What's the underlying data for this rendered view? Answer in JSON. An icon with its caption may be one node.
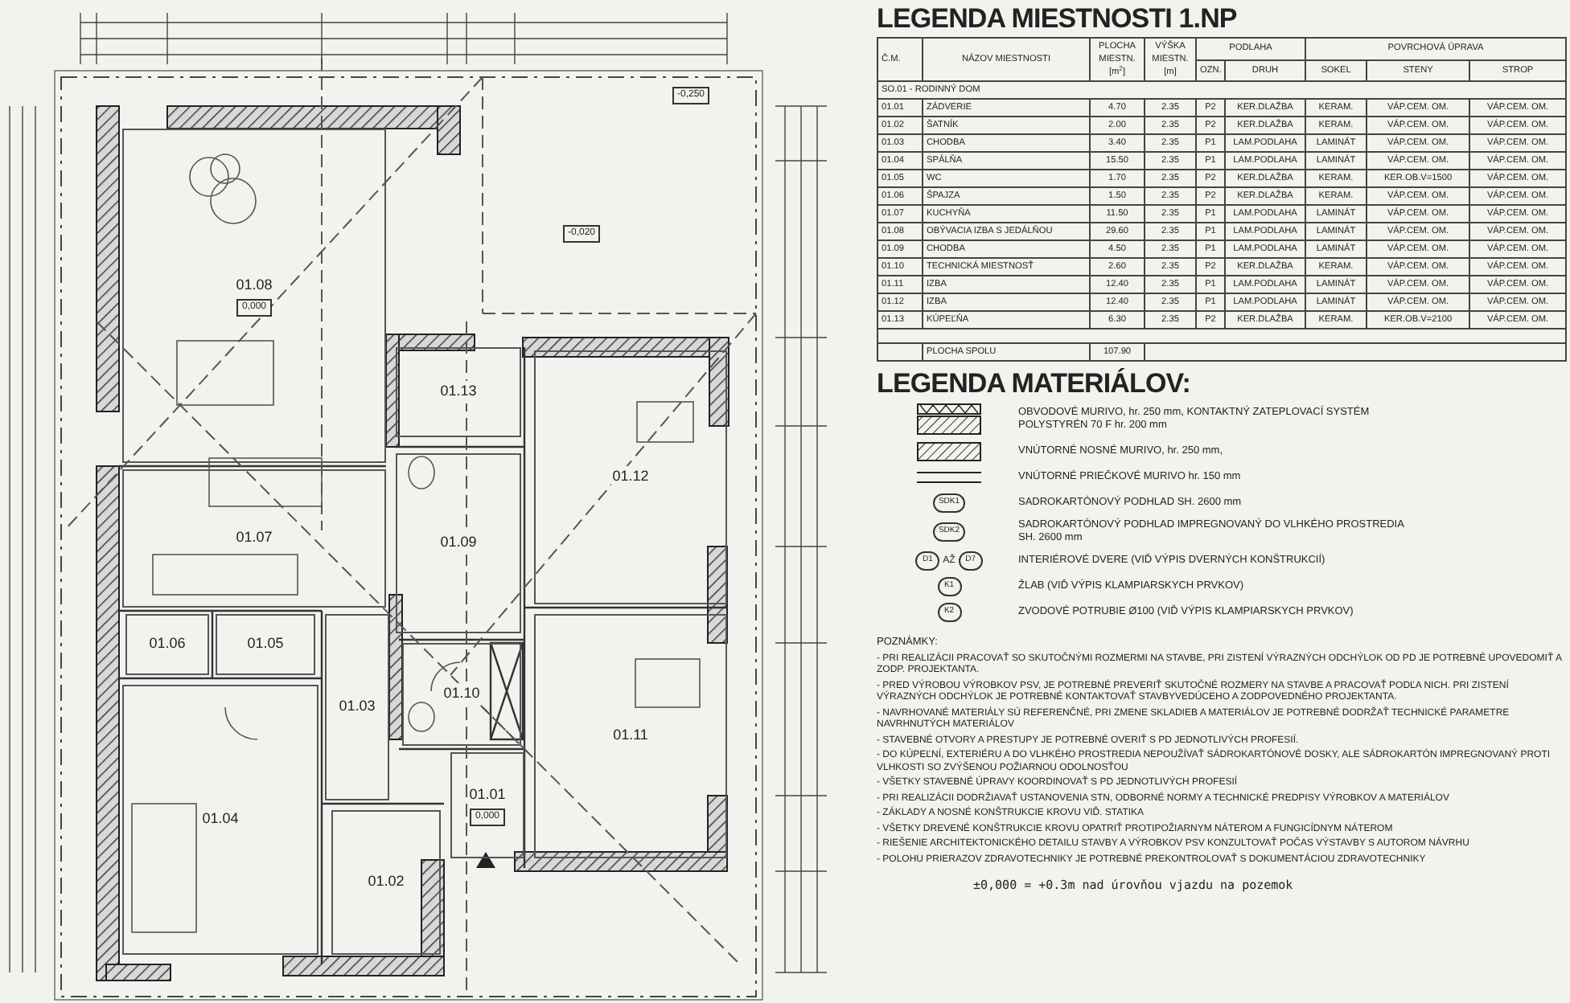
{
  "diagram": {
    "nodes": [
      {
        "text": [
          "01.08",
          "0,000"
        ]
      },
      {
        "text": [
          "01.13"
        ]
      },
      {
        "text": [
          "01.12"
        ]
      },
      {
        "text": [
          "01.07"
        ]
      },
      {
        "text": [
          "01.09"
        ]
      },
      {
        "text": [
          "01.06"
        ]
      },
      {
        "text": [
          "01.05"
        ]
      },
      {
        "text": [
          "01.03"
        ]
      },
      {
        "text": [
          "01.10"
        ]
      },
      {
        "text": [
          "01.11"
        ]
      },
      {
        "text": [
          "01.04"
        ]
      },
      {
        "text": [
          "01.01",
          "0,000"
        ]
      },
      {
        "text": [
          "01.02"
        ]
      }
    ],
    "labels": [
      "-0,250",
      "-0,020",
      "LEGENDA MIESTNOSTI 1.NP",
      "Č.M.",
      "NÁZOV MIESTNOSTI",
      "PLOCHA MIESTN. [m$^{2}$]",
      "VÝŠKA MIESTN. [m]",
      "PODLAHA",
      "OZN.",
      "DRUH",
      "POVRCHOVÁ ÚPRAVA",
      "SOKEL",
      "STENY",
      "STROP",
      "SO.01 - RODINNÝ DOM",
      "01.01",
      "ZÁDVERIE",
      "4.70",
      "2.35",
      "P2",
      "KER.DLAŽBA",
      "KERAM.",
      "VÁP.CEM. OM.",
      "VÁP.CEM. OM.",
      "01.02",
      "ŠATNÍK",
      "2.00",
      "2.35",
      "P2",
      "KER.DLAŽBA",
      "KERAM.",
      "VÁP.CEM. OM.",
      "VÁP.CEM. OM.",
      "01.03",
      "CHODBA",
      "3.40",
      "2.35",
      "P1",
      "LAM.PODLAHA",
      "LAMINÁT",
      "VÁP.CEM. OM.",
      "VÁP.CEM. OM.",
      "01.04",
      "SPÁLŇA",
      "15.50",
      "2.35",
      "P1",
      "LAM.PODLAHA",
      "LAMINÁT",
      "VÁP.CEM. OM.",
      "VÁP.CEM. OM.",
      "01.05",
      "WC",
      "1.70",
      "2.35",
      "P2",
      "KER.DLAŽBA",
      "KERAM.",
      "KER.OB.V=1500",
      "VÁP.CEM. OM.",
      "01.06",
      "ŠPAJZA",
      "1.50",
      "2.35",
      "P2",
      "KER.DLAŽBA",
      "KERAM.",
      "VÁP.CEM. OM.",
      "VÁP.CEM. OM.",
      "01.07",
      "KUCHYŇA",
      "11.50",
      "2.35",
      "P1",
      "LAM.PODLAHA",
      "LAMINÁT",
      "VÁP.CEM. OM.",
      "VÁP.CEM. OM.",
      "01.08",
      "OBÝVACIA IZBA S JEDÁLŇOU",
      "29.60",
      "2.35",
      "P1",
      "LAM.PODLAHA",
      "LAMINÁT",
      "VÁP.CEM. OM.",
      "VÁP.CEM. OM.",
      "01.09",
      "CHODBA",
      "4.50",
      "2.35",
      "P1",
      "LAM.PODLAHA",
      "LAMINÁT",
      "VÁP.CEM. OM.",
      "VÁP.CEM. OM.",
      "01.10",
      "TECHNICKÁ MIESTNOSŤ",
      "2.60",
      "2.35",
      "P2",
      "KER.DLAŽBA",
      "KERAM.",
      "VÁP.CEM. OM.",
      "VÁP.CEM. OM.",
      "01.11",
      "IZBA",
      "12.40",
      "2.35",
      "P1",
      "LAM.PODLAHA",
      "LAMINÁT",
      "VÁP.CEM. OM.",
      "VÁP.CEM. OM.",
      "01.12",
      "IZBA",
      "12.40",
      "2.35",
      "P1",
      "LAM.PODLAHA",
      "LAMINÁT",
      "VÁP.CEM. OM.",
      "VÁP.CEM. OM.",
      "01.13",
      "KÚPEĽŇA",
      "6.30",
      "2.35",
      "P2",
      "KER.DLAŽBA",
      "KERAM.",
      "KER.OB.V=2100",
      "VÁP.CEM. OM.",
      "PLOCHA SPOLU",
      "107.90",
      "LEGENDA MATERIÁLOV:",
      "SDK1",
      "SDK2",
      "D1",
      "AŽ",
      "D7",
      "K1",
      "K2",
      "POZNÁMKY:",
      "- PRI REALIZÁCII PRACOVAŤ SO SKUTOČNÝMI ROZMERMI NA STAVBE, PRI ZISTENÍ VÝRAZNÝCH ODCHÝLOK OD PD JE POTREBNÉ UPOVEDOMIŤ A ZODP. PROJEKTANTA.",
      "- PRED VÝROBOU VÝROBKOV PSV, JE POTREBNÉ PREVERIŤ SKUTOČNÉ ROZMERY NA STAVBE A PRACOVAŤ PODĽA NICH. PRI ZISTENÍ VÝRAZNÝCH ODCHÝLOK JE POTREBNÉ KONTAKTOVAŤ STAVBYVEDÚCEHO A ZODPOVEDNÉHO PROJEKTANTA.",
      "- NAVRHOVANÉ MATERIÁLY SÚ REFERENČNÉ, PRI ZMENE SKLADIEB A MATERIÁLOV JE POTREBNÉ DODRŽAŤ TECHNICKÉ PARAMETRE NAVRHNUTÝCH MATERIÁLOV",
      "- STAVEBNÉ OTVORY A PRESTUPY JE POTREBNÉ OVERIŤ S PD JEDNOTLIVÝCH PROFESIÍ.",
      "- DO KÚPEĽNÍ, EXTERIÉRU A DO VLHKÉHO PROSTREDIA NEPOUŽÍVAŤ SÁDROKARTÓNOVÉ DOSKY, ALE SÁDROKARTÓN IMPREGNOVANÝ PROTI VLHKOSTI SO ZVÝŠENOU POŽIARNOU ODOLNOSŤOU",
      "- VŠETKY STAVEBNÉ ÚPRAVY KOORDINOVAŤ S PD JEDNOTLIVÝCH PROFESIÍ",
      "- PRI REALIZÁCII DODRŽIAVAŤ USTANOVENIA STN, ODBORNÉ NORMY A TECHNICKÉ PREDPISY VÝROBKOV A MATERIÁLOV",
      "- ZÁKLADY A NOSNÉ KONŠTRUKCIE KROVU VIĎ. STATIKA",
      "- VŠETKY DREVENÉ KONŠTRUKCIE KROVU OPATRIŤ PROTIPOŽIARNYM NÁTEROM A FUNGICÍDNYM NÁTEROM",
      "- RIEŠENIE ARCHITEKTONICKÉHO DETAILU STAVBY A VÝROBKOV PSV KONZULTOVAŤ POČAS VÝSTAVBY S AUTOROM NÁVRHU",
      "- POLOHU PRIERAZOV ZDRAVOTECHNIKY JE POTREBNÉ PREKONTROLOVAŤ S DOKUMENTÁCIOU ZDRAVOTECHNIKY",
      "±0,000 = +0.3m nad úrovňou vjazdu na pozemok"
    ],
    "legend": [
      {
        "text": "OBVODOVÉ MURIVO, hr. 250 mm, KONTAKTNÝ ZATEPLOVACÍ SYSTÉM POLYSTYRÉN 70 F hr. 200 mm"
      },
      {
        "text": "VNÚTORNÉ NOSNÉ MURIVO, hr. 250 mm,"
      },
      {
        "text": "VNÚTORNÉ PRIEČKOVÉ MURIVO hr. 150 mm"
      },
      {
        "text": "SADROKARTÓNOVÝ PODHLAD SH. 2600 mm"
      },
      {
        "text": "SADROKARTÓNOVÝ PODHLAD IMPREGNOVANÝ DO VLHKÉHO PROSTREDIA SH. 2600 mm"
      },
      {
        "text": "INTERIÉROVÉ DVERE (VIĎ VÝPIS DVERNÝCH KONŠTRUKCIÍ)"
      },
      {
        "text": "ŽLAB (VIĎ VÝPIS KLAMPIARSKYCH PRVKOV)"
      },
      {
        "text": "ZVODOVÉ POTRUBIE Ø100 (VIĎ VÝPIS KLAMPIARSKYCH PRVKOV)"
      }
    ]
  }
}
